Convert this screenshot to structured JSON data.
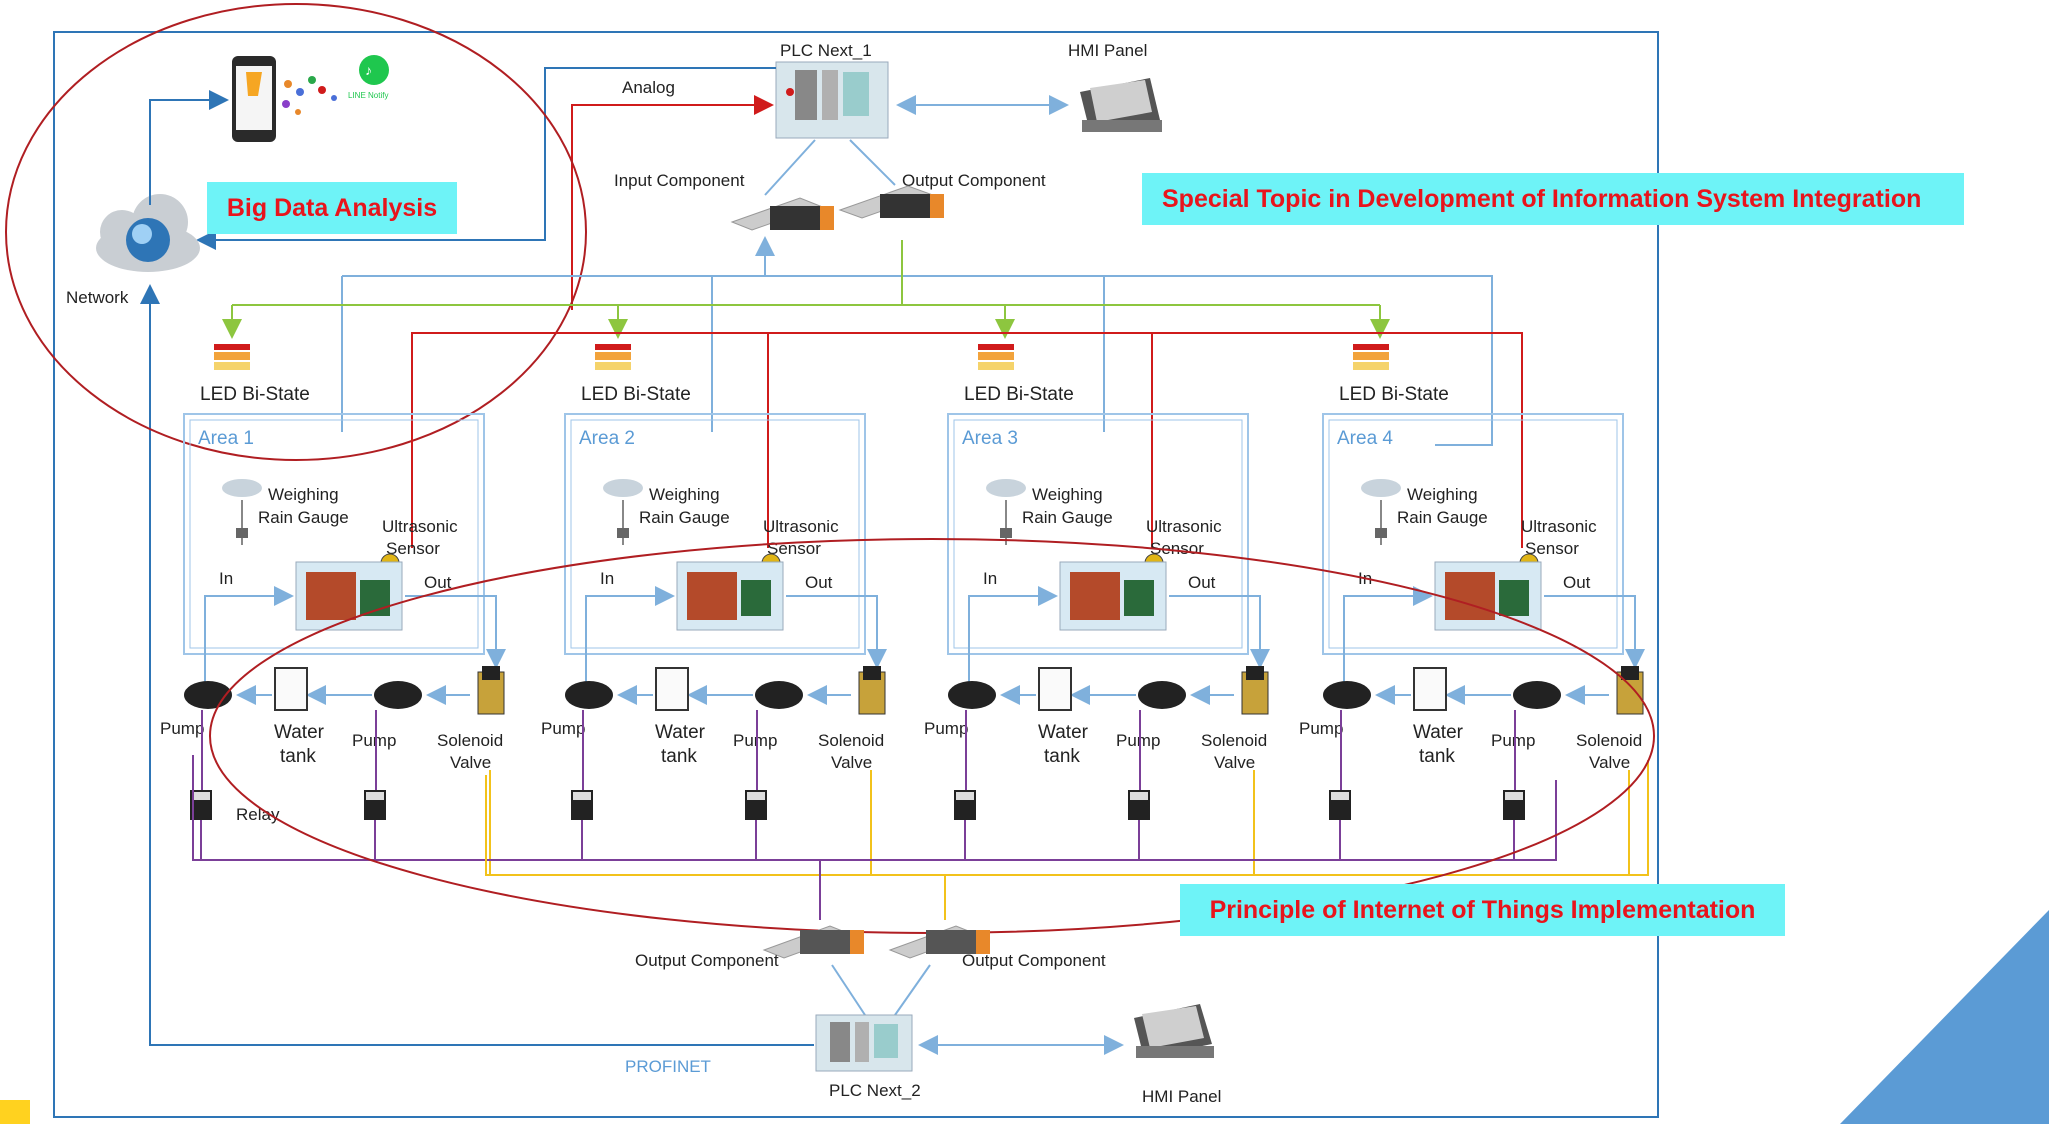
{
  "title_boxes": {
    "big_data": "Big Data Analysis",
    "special_topic": "Special Topic in Development of Information System Integration",
    "iot": "Principle of Internet of Things Implementation"
  },
  "top": {
    "plc": "PLC Next_1",
    "hmi": "HMI Panel",
    "input_component": "Input Component",
    "output_component": "Output Component",
    "analog": "Analog",
    "network": "Network",
    "line_notify": "LINE Notify"
  },
  "areas": [
    {
      "name": "Area 1",
      "led": "LED Bi-State"
    },
    {
      "name": "Area 2",
      "led": "LED Bi-State"
    },
    {
      "name": "Area 3",
      "led": "LED Bi-State"
    },
    {
      "name": "Area 4",
      "led": "LED Bi-State"
    }
  ],
  "area_labels": {
    "rain_gauge_1": "Weighing",
    "rain_gauge_2": "Rain Gauge",
    "ultrasonic_1": "Ultrasonic",
    "ultrasonic_2": "Sensor",
    "in": "In",
    "out": "Out",
    "pump": "Pump",
    "water_1": "Water",
    "water_2": "tank",
    "solenoid_1": "Solenoid",
    "solenoid_2": "Valve",
    "relay": "Relay"
  },
  "bottom": {
    "output_component_left": "Output Component",
    "output_component_right": "Output Component",
    "profinet": "PROFINET",
    "plc": "PLC Next_2",
    "hmi": "HMI Panel"
  },
  "colors": {
    "blue_line": "#2e75b6",
    "light_blue_line": "#7fb0dc",
    "green_line": "#8dc63f",
    "red_line": "#d01b1b",
    "yellow_line": "#f2c21b",
    "purple_line": "#7b3f98",
    "highlight_bg": "#6ef3f7",
    "highlight_text": "#e8141c",
    "ellipse": "#b01e22",
    "corner_triangle": "#5b9bd5"
  }
}
